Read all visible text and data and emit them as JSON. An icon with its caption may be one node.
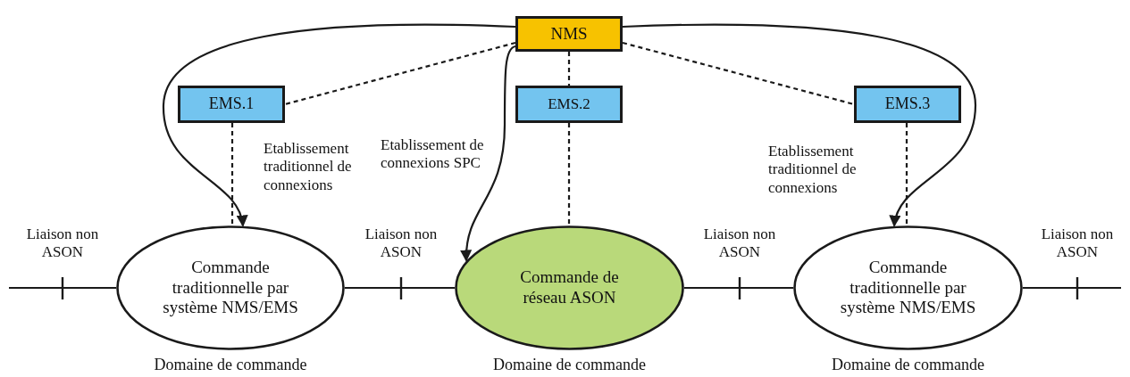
{
  "diagram": {
    "nodes": [
      {
        "text": [
          "NMS"
        ]
      },
      {
        "text": [
          "EMS.1"
        ]
      },
      {
        "text": [
          "EMS.2"
        ]
      },
      {
        "text": [
          "EMS.3"
        ]
      },
      {
        "text": [
          "Commande traditionnelle par système NMS/EMS"
        ],
        "beside": [
          "Domaine de commande"
        ]
      },
      {
        "text": [
          "Commande de réseau ASON"
        ],
        "beside": [
          "Domaine de commande"
        ]
      },
      {
        "text": [
          "Commande traditionnelle par système NMS/EMS"
        ],
        "beside": [
          "Domaine de commande"
        ]
      }
    ],
    "edges": [
      {
        "from": 0,
        "to": 4,
        "arrow": "to",
        "label": "Etablissement traditionnel de connexions"
      },
      {
        "from": 0,
        "to": 5,
        "arrow": "to",
        "label": "Etablissement de connexions SPC"
      },
      {
        "from": 0,
        "to": 6,
        "arrow": "to",
        "label": "Etablissement traditionnel de connexions"
      },
      {
        "from": 0,
        "to": 1,
        "arrow": "none",
        "style": "dashed"
      },
      {
        "from": 0,
        "to": 2,
        "arrow": "none",
        "style": "dashed"
      },
      {
        "from": 0,
        "to": 3,
        "arrow": "none",
        "style": "dashed"
      },
      {
        "from": 1,
        "to": 4,
        "arrow": "none",
        "style": "dashed"
      },
      {
        "from": 2,
        "to": 5,
        "arrow": "none",
        "style": "dashed"
      },
      {
        "from": 3,
        "to": 6,
        "arrow": "none",
        "style": "dashed"
      },
      {
        "from": null,
        "to": 4,
        "arrow": "none",
        "label": "Liaison non ASON"
      },
      {
        "from": 4,
        "to": 5,
        "arrow": "none",
        "label": "Liaison non ASON"
      },
      {
        "from": 5,
        "to": 6,
        "arrow": "none",
        "label": "Liaison non ASON"
      },
      {
        "from": 6,
        "to": null,
        "arrow": "none",
        "label": "Liaison non ASON"
      }
    ]
  }
}
